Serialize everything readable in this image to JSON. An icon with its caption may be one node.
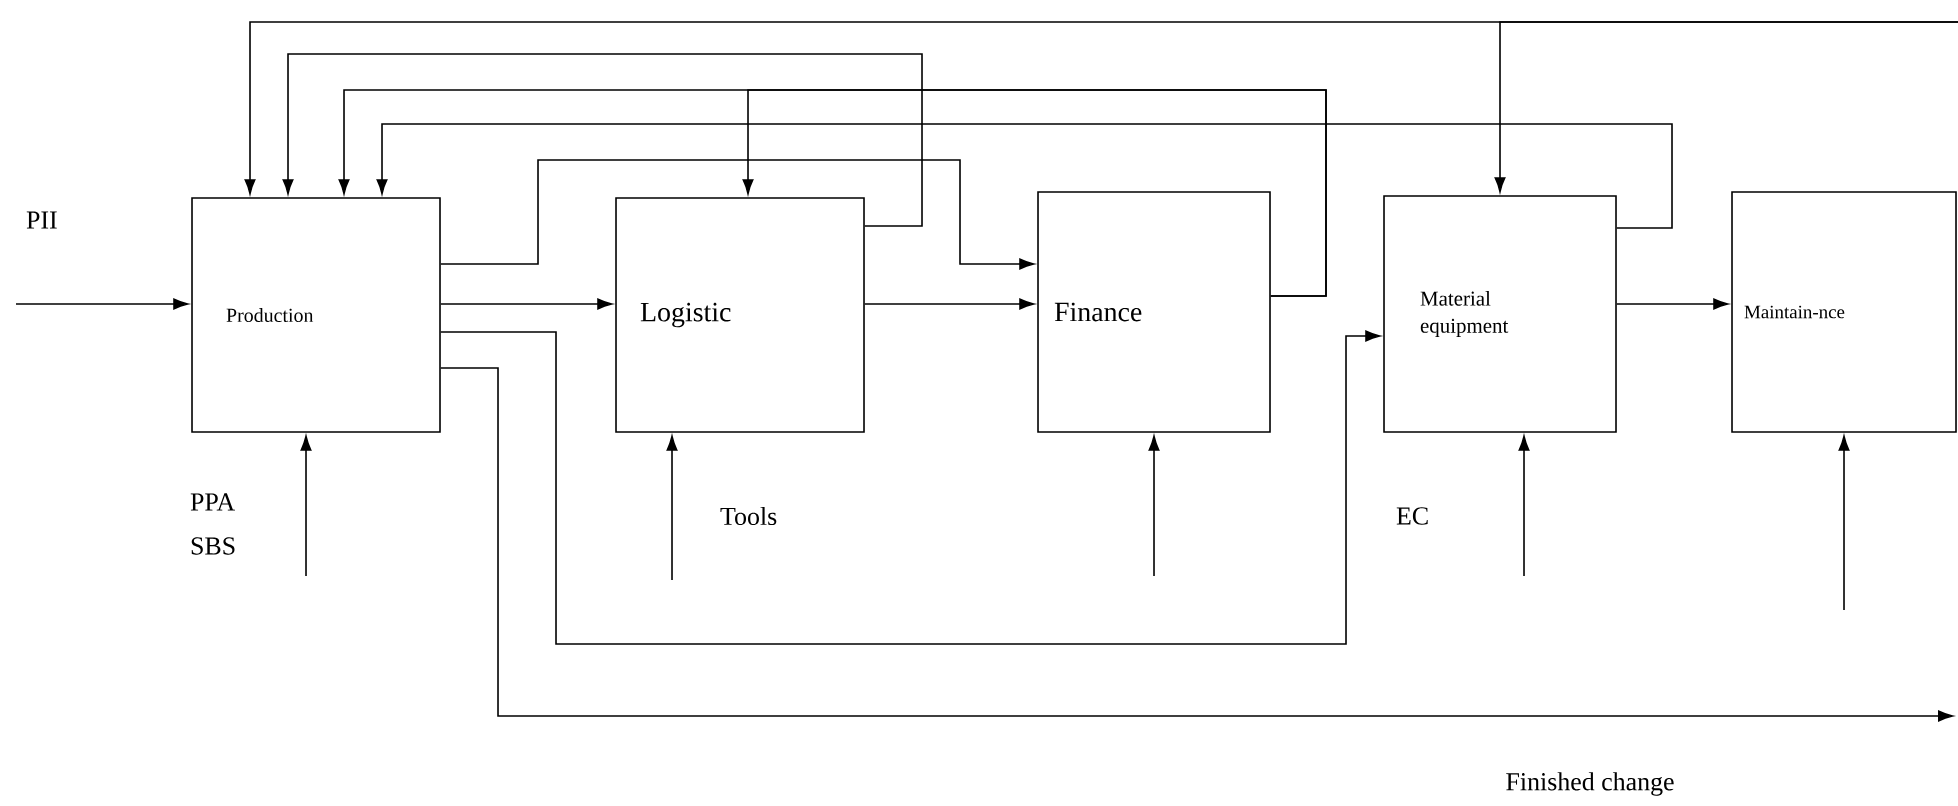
{
  "diagram": {
    "nodes": [
      {
        "text": [
          "Production"
        ]
      },
      {
        "text": [
          "Logistic"
        ]
      },
      {
        "text": [
          "Finance"
        ]
      },
      {
        "text": [
          "Material equipment"
        ]
      },
      {
        "text": [
          "Maintain-nce"
        ]
      }
    ],
    "edges": [
      {
        "from": null,
        "to": 0,
        "arrow": "to"
      },
      {
        "from": 0,
        "to": 1,
        "arrow": "to"
      },
      {
        "from": 0,
        "to": 2,
        "arrow": "to"
      },
      {
        "from": 0,
        "to": 3,
        "arrow": "to"
      },
      {
        "from": 0,
        "to": null,
        "arrow": "to",
        "label": "Finished change"
      },
      {
        "from": 1,
        "to": 2,
        "arrow": "to"
      },
      {
        "from": 3,
        "to": 4,
        "arrow": "to"
      },
      {
        "from": 1,
        "to": 0,
        "arrow": "to"
      },
      {
        "from": 2,
        "to": 0,
        "arrow": "to"
      },
      {
        "from": 2,
        "to": 1,
        "arrow": "to"
      },
      {
        "from": 3,
        "to": 0,
        "arrow": "to"
      },
      {
        "from": null,
        "to": 0,
        "arrow": "to"
      },
      {
        "from": null,
        "to": 3,
        "arrow": "to"
      },
      {
        "from": null,
        "to": 0,
        "arrow": "to"
      },
      {
        "from": null,
        "to": 1,
        "arrow": "to"
      },
      {
        "from": null,
        "to": 2,
        "arrow": "to"
      },
      {
        "from": null,
        "to": 3,
        "arrow": "to"
      },
      {
        "from": null,
        "to": 4,
        "arrow": "to"
      }
    ],
    "labels": [
      "PII",
      "PPA SBS",
      "Tools",
      "EC"
    ]
  }
}
